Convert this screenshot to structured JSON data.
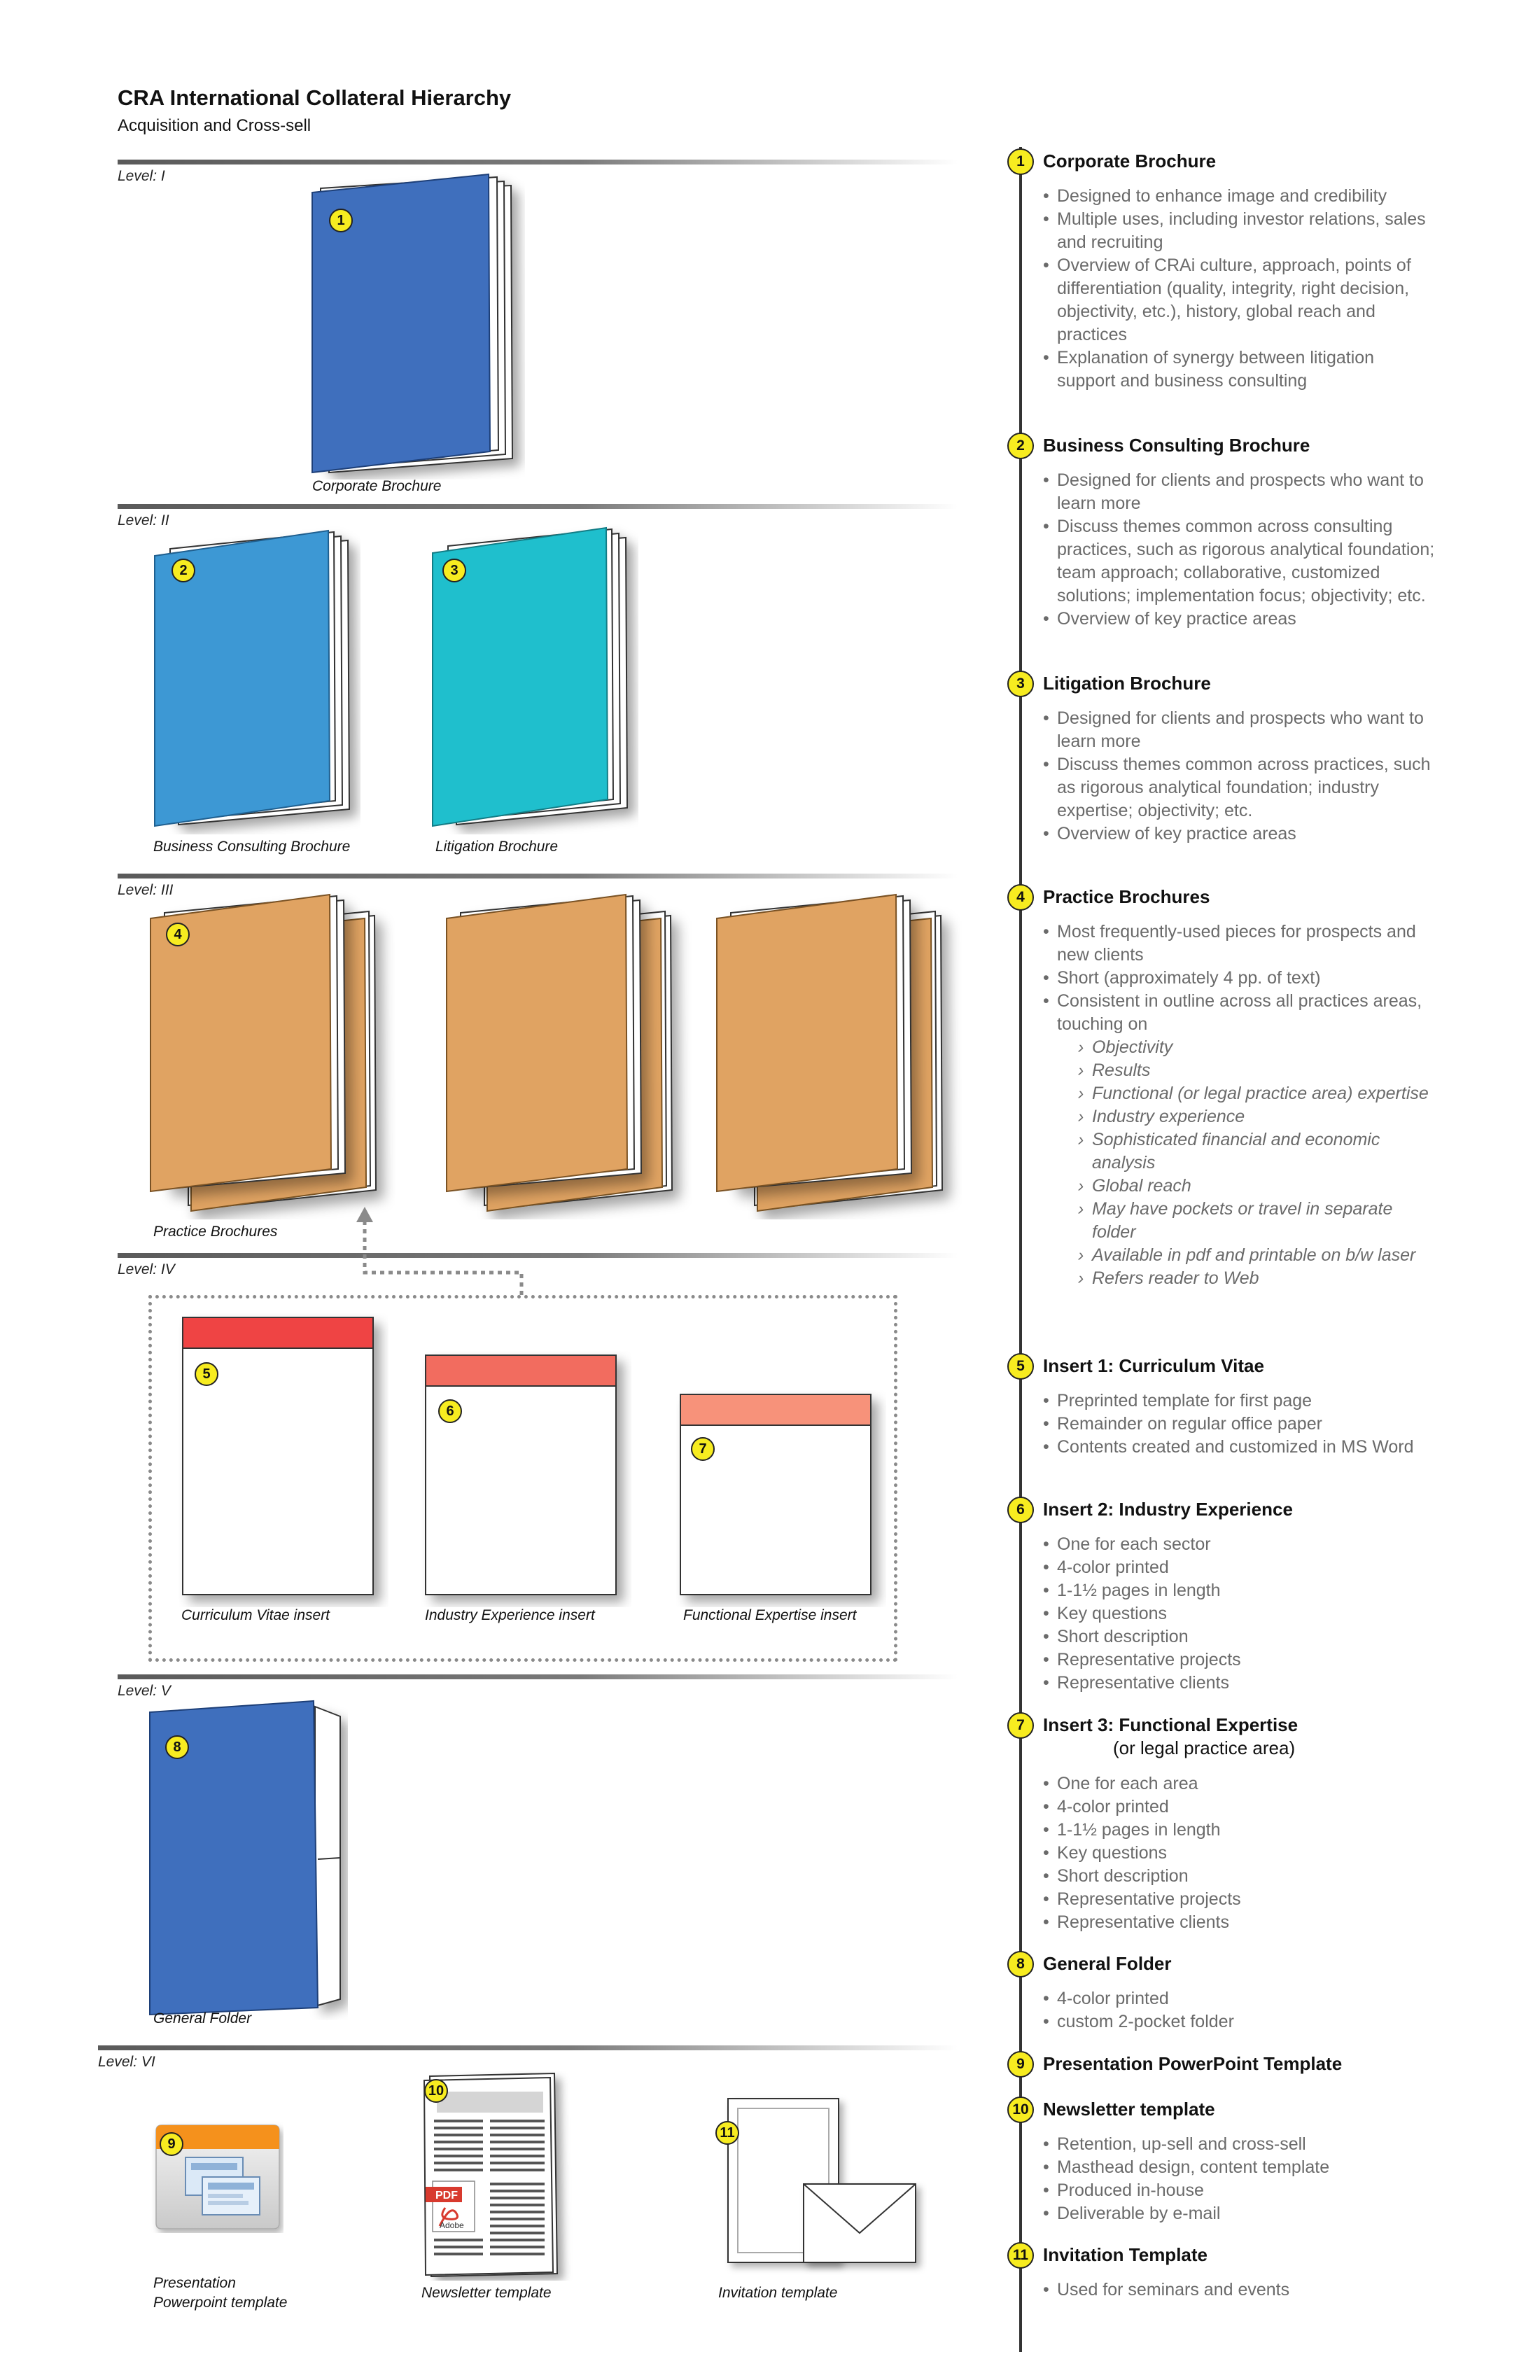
{
  "title": "CRA International Collateral Hierarchy",
  "subtitle": "Acquisition and Cross-sell",
  "levels": [
    "Level: I",
    "Level: II",
    "Level: III",
    "Level: IV",
    "Level: V",
    "Level: VI"
  ],
  "colors": {
    "corporate": "#3f6fbd",
    "business": "#3d98d4",
    "litigation": "#1fbfcd",
    "practice": "#e0a362",
    "folder": "#3f6fbd",
    "badge": "#f7ec20",
    "cv_band": "#ef4444",
    "industry_band": "#f26c5f",
    "functional_band": "#f7927a"
  },
  "captions": {
    "corporate": "Corporate Brochure",
    "business": "Business Consulting Brochure",
    "litigation": "Litigation Brochure",
    "practice": "Practice Brochures",
    "cv": "Curriculum Vitae insert",
    "industry": "Industry Experience insert",
    "functional": "Functional Expertise insert",
    "folder": "General Folder",
    "ppt_line1": "Presentation",
    "ppt_line2": "Powerpoint template",
    "newsletter": "Newsletter template",
    "invitation": "Invitation template"
  },
  "pdf_labels": {
    "pdf": "PDF",
    "adobe": "Adobe"
  },
  "badges": [
    "1",
    "2",
    "3",
    "4",
    "5",
    "6",
    "7",
    "8",
    "9",
    "10",
    "11"
  ],
  "items": [
    {
      "num": "1",
      "heading": "Corporate Brochure",
      "bullets": [
        {
          "text": "Designed to enhance image and credibility"
        },
        {
          "text": "Multiple uses, including investor relations, sales and recruiting"
        },
        {
          "text": "Overview of CRAi culture, approach, points of differentiation (quality, integrity, right decision, objectivity, etc.), history, global reach and practices"
        },
        {
          "text": "Explanation of synergy between litigation support and business consulting"
        }
      ]
    },
    {
      "num": "2",
      "heading": "Business Consulting Brochure",
      "bullets": [
        {
          "text": "Designed for clients and prospects who want to learn more"
        },
        {
          "text": "Discuss themes common across consulting practices, such as rigorous analytical foundation; team approach; collaborative, customized solutions; implementation focus; objectivity; etc."
        },
        {
          "text": "Overview of key practice areas"
        }
      ]
    },
    {
      "num": "3",
      "heading": "Litigation Brochure",
      "bullets": [
        {
          "text": "Designed for clients and prospects who want to learn more"
        },
        {
          "text": "Discuss themes common across practices, such as rigorous analytical foundation; industry expertise; objectivity; etc."
        },
        {
          "text": "Overview of key practice areas"
        }
      ]
    },
    {
      "num": "4",
      "heading": "Practice Brochures",
      "bullets": [
        {
          "text": "Most frequently-used pieces for prospects and new clients"
        },
        {
          "text": "Short (approximately 4 pp. of text)"
        },
        {
          "text": "Consistent in outline across all practices areas, touching on"
        },
        {
          "text": "Objectivity",
          "sub": true
        },
        {
          "text": "Results",
          "sub": true
        },
        {
          "text": "Functional (or legal practice area) expertise",
          "sub": true
        },
        {
          "text": "Industry experience",
          "sub": true
        },
        {
          "text": "Sophisticated financial and economic analysis",
          "sub": true
        },
        {
          "text": "Global reach",
          "sub": true
        },
        {
          "text": "May have pockets or travel in separate folder",
          "sub": true
        },
        {
          "text": "Available in pdf and printable on b/w laser",
          "sub": true
        },
        {
          "text": "Refers reader to Web",
          "sub": true
        }
      ]
    },
    {
      "num": "5",
      "heading": "Insert 1: Curriculum Vitae",
      "bullets": [
        {
          "text": "Preprinted template for first page"
        },
        {
          "text": "Remainder on regular office paper"
        },
        {
          "text": "Contents created and customized in MS Word"
        }
      ]
    },
    {
      "num": "6",
      "heading": "Insert 2: Industry Experience",
      "bullets": [
        {
          "text": "One for each sector"
        },
        {
          "text": "4-color printed"
        },
        {
          "text": "1-1½  pages in length"
        },
        {
          "text": "Key questions"
        },
        {
          "text": "Short description"
        },
        {
          "text": "Representative projects"
        },
        {
          "text": "Representative clients"
        }
      ]
    },
    {
      "num": "7",
      "heading": "Insert 3: Functional Expertise",
      "subheading": "(or legal practice area)",
      "bullets": [
        {
          "text": "One for each area"
        },
        {
          "text": "4-color printed"
        },
        {
          "text": "1-1½ pages in length"
        },
        {
          "text": "Key questions"
        },
        {
          "text": "Short description"
        },
        {
          "text": "Representative projects"
        },
        {
          "text": "Representative clients"
        }
      ]
    },
    {
      "num": "8",
      "heading": "General Folder",
      "bullets": [
        {
          "text": "4-color printed"
        },
        {
          "text": "custom 2-pocket folder"
        }
      ]
    },
    {
      "num": "9",
      "heading": "Presentation PowerPoint Template",
      "bullets": []
    },
    {
      "num": "10",
      "heading": "Newsletter template",
      "bullets": [
        {
          "text": "Retention, up-sell and cross-sell"
        },
        {
          "text": "Masthead design, content template"
        },
        {
          "text": "Produced in-house"
        },
        {
          "text": "Deliverable by e-mail"
        }
      ]
    },
    {
      "num": "11",
      "heading": "Invitation Template",
      "bullets": [
        {
          "text": "Used for seminars and events"
        }
      ]
    }
  ]
}
